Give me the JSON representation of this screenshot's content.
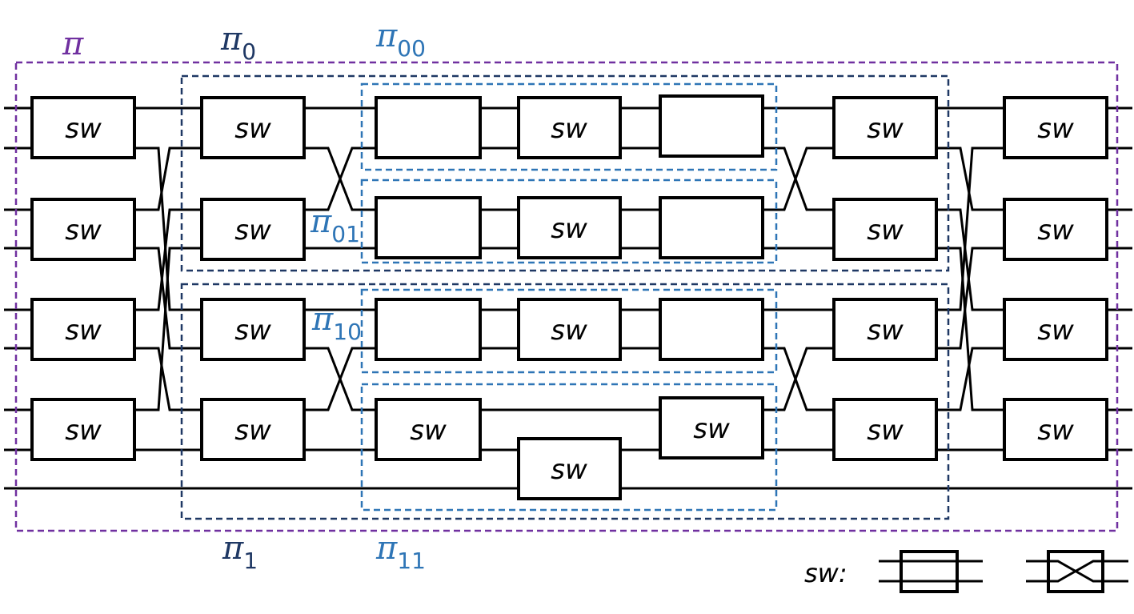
{
  "colors": {
    "purple": "#7030a0",
    "navy": "#1f3864",
    "blue": "#2e75b6",
    "black": "#000000"
  },
  "switch_label": "sw",
  "labels": {
    "pi": "π",
    "pi0": {
      "base": "π",
      "sub": "0"
    },
    "pi00": {
      "base": "π",
      "sub": "00"
    },
    "pi01": {
      "base": "π",
      "sub": "01"
    },
    "pi10": {
      "base": "π",
      "sub": "10"
    },
    "pi1": {
      "base": "π",
      "sub": "1"
    },
    "pi11": {
      "base": "π",
      "sub": "11"
    }
  },
  "legend": {
    "label": "sw:",
    "states": [
      "bar",
      "cross"
    ]
  }
}
